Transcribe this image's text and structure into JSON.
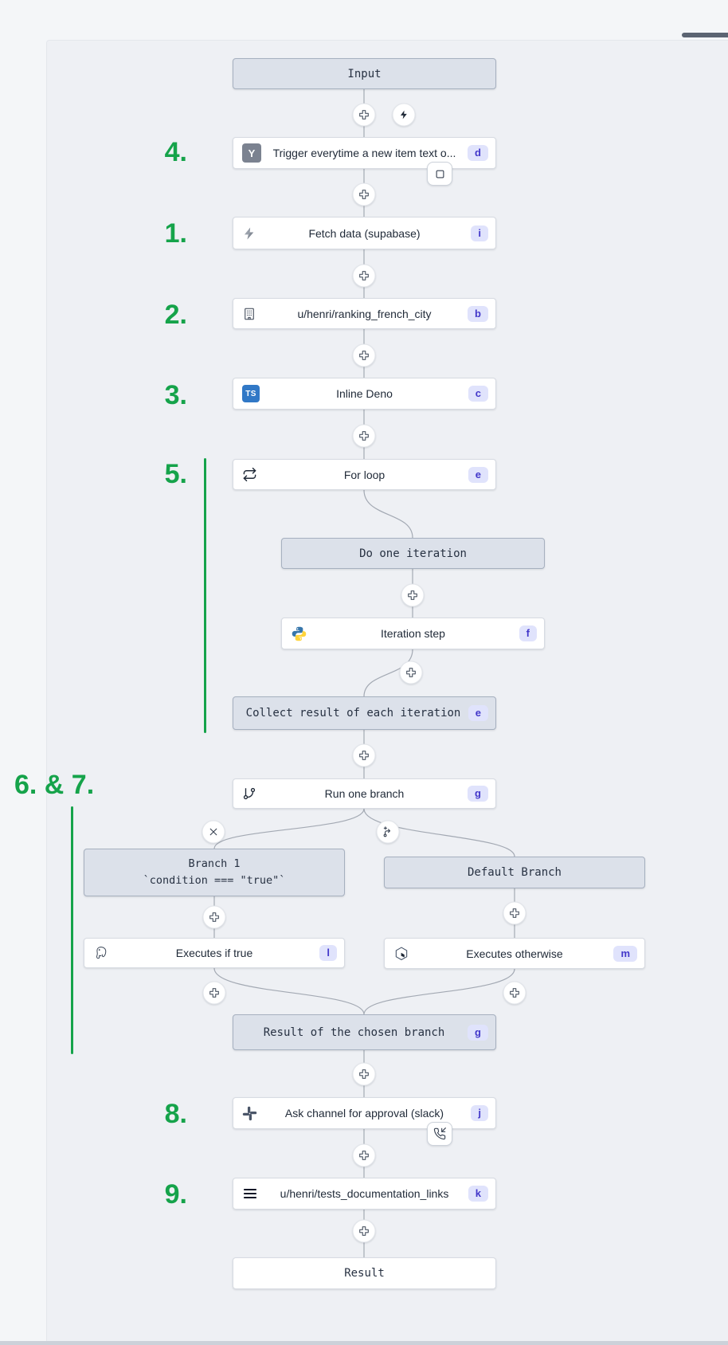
{
  "annotations": {
    "label_4": "4.",
    "label_1": "1.",
    "label_2": "2.",
    "label_3": "3.",
    "label_5": "5.",
    "label_6_7": "6. & 7.",
    "label_8": "8.",
    "label_9": "9."
  },
  "nodes": {
    "input": {
      "label": "Input"
    },
    "trigger": {
      "label": "Trigger everytime a new item text o...",
      "badge": "d",
      "icon": "hackernews-icon"
    },
    "fetch": {
      "label": "Fetch data (supabase)",
      "badge": "i",
      "icon": "zap-icon"
    },
    "ranking": {
      "label": "u/henri/ranking_french_city",
      "badge": "b",
      "icon": "building-icon"
    },
    "inline_deno": {
      "label": "Inline Deno",
      "badge": "c",
      "icon": "typescript-icon"
    },
    "for_loop": {
      "label": "For loop",
      "badge": "e",
      "icon": "repeat-icon"
    },
    "do_iteration": {
      "label": "Do one iteration"
    },
    "iteration_step": {
      "label": "Iteration step",
      "badge": "f",
      "icon": "python-icon"
    },
    "collect": {
      "label": "Collect result of each iteration",
      "badge": "e"
    },
    "run_branch": {
      "label": "Run one branch",
      "badge": "g",
      "icon": "git-branch-icon"
    },
    "branch1": {
      "title": "Branch 1",
      "condition": "`condition === \"true\"`"
    },
    "default_branch": {
      "label": "Default Branch"
    },
    "exec_true": {
      "label": "Executes if true",
      "badge": "l",
      "icon": "postgresql-icon"
    },
    "exec_otherwise": {
      "label": "Executes otherwise",
      "badge": "m",
      "icon": "hexagon-module-icon"
    },
    "result_branch": {
      "label": "Result of the chosen branch",
      "badge": "g"
    },
    "ask_approval": {
      "label": "Ask channel for approval (slack)",
      "badge": "j",
      "icon": "slack-icon"
    },
    "tests_docs": {
      "label": "u/henri/tests_documentation_links",
      "badge": "k",
      "icon": "menu-icon"
    },
    "result": {
      "label": "Result"
    }
  },
  "icons": {
    "hackernews_text": "Y",
    "typescript_text": "TS"
  },
  "colors": {
    "annotation_green": "#15a34a",
    "badge_bg": "#e0e3fc",
    "badge_text": "#4338ca",
    "gray_node_bg": "#dce1ea",
    "typescript_blue": "#3178c6",
    "python_blue": "#3776ab",
    "python_yellow": "#ffd43b",
    "canvas_bg": "#eef0f4"
  }
}
